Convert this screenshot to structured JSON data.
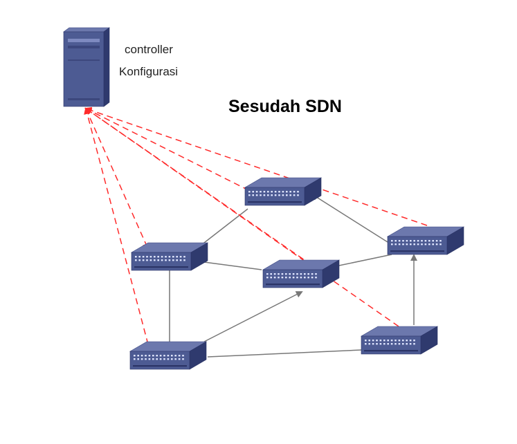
{
  "controller": {
    "line1": "controller",
    "line2": "Konfigurasi"
  },
  "title": "Sesudah SDN",
  "colors": {
    "device_front": "#4d5b93",
    "device_top": "#6c78ad",
    "device_side": "#2f3a6e",
    "control_link": "#ff2a2a",
    "data_link": "#777777"
  },
  "nodes": [
    {
      "id": "controller",
      "kind": "server"
    },
    {
      "id": "switch-top",
      "kind": "switch"
    },
    {
      "id": "switch-right",
      "kind": "switch"
    },
    {
      "id": "switch-left",
      "kind": "switch"
    },
    {
      "id": "switch-center",
      "kind": "switch"
    },
    {
      "id": "switch-bottom-left",
      "kind": "switch"
    },
    {
      "id": "switch-bottom-right",
      "kind": "switch"
    }
  ],
  "control_links": [
    {
      "from": "switch-top",
      "to": "controller"
    },
    {
      "from": "switch-right",
      "to": "controller"
    },
    {
      "from": "controller",
      "to": "switch-left"
    },
    {
      "from": "switch-center",
      "to": "controller"
    },
    {
      "from": "switch-bottom-left",
      "to": "controller"
    },
    {
      "from": "switch-bottom-right",
      "to": "controller"
    }
  ],
  "data_links": [
    {
      "from": "switch-top",
      "to": "switch-left"
    },
    {
      "from": "switch-right",
      "to": "switch-top"
    },
    {
      "from": "switch-center",
      "to": "switch-left"
    },
    {
      "from": "switch-right",
      "to": "switch-center"
    },
    {
      "from": "switch-left",
      "to": "switch-bottom-left"
    },
    {
      "from": "switch-bottom-left",
      "to": "switch-center"
    },
    {
      "from": "switch-bottom-left",
      "to": "switch-bottom-right"
    },
    {
      "from": "switch-bottom-right",
      "to": "switch-right"
    }
  ]
}
